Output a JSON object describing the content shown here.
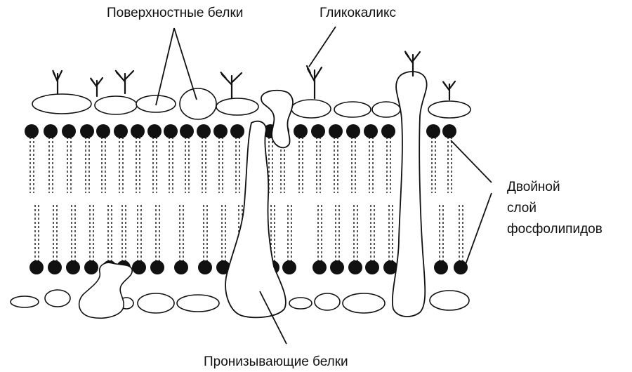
{
  "labels": {
    "surface_proteins": "Поверхностные белки",
    "glycocalyx": "Гликокаликс",
    "bilayer_line1": "Двойной",
    "bilayer_line2": "слой",
    "bilayer_line3": "фосфолипидов",
    "transmembrane_proteins": "Пронизывающие белки"
  },
  "colors": {
    "ink": "#111111",
    "background": "#ffffff"
  }
}
